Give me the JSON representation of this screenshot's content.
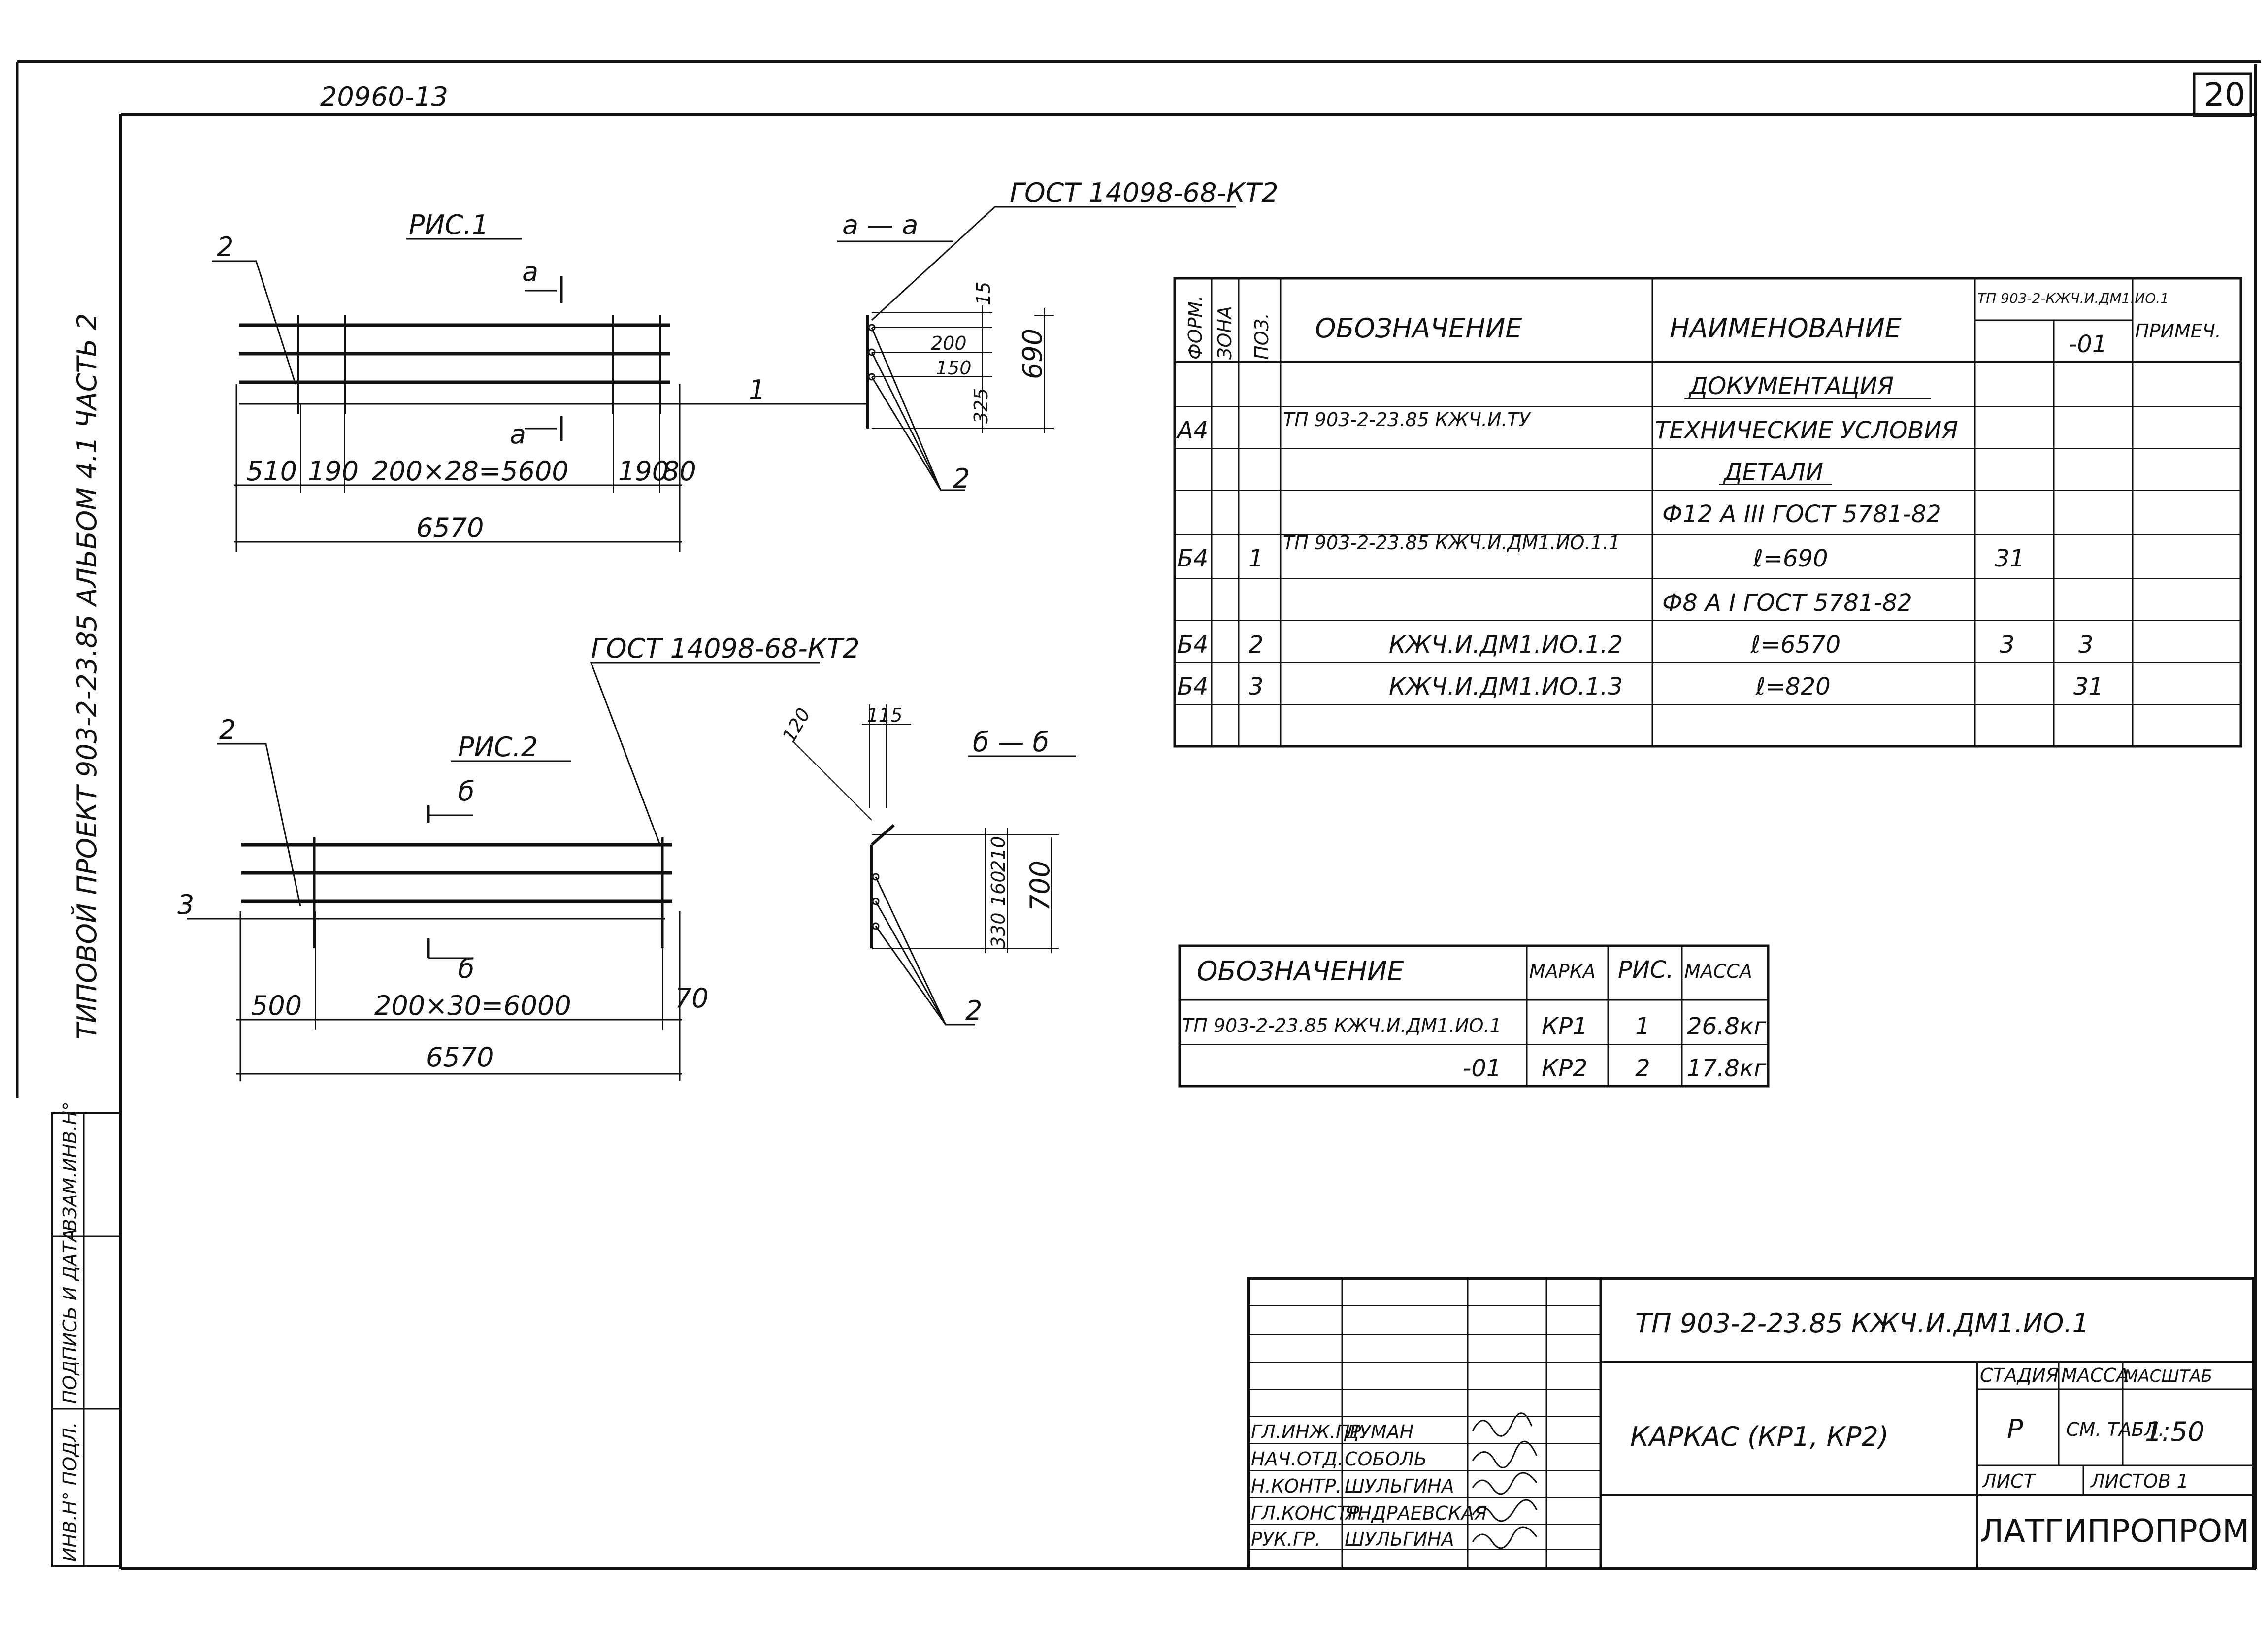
{
  "header": {
    "doc_number": "20960-13",
    "sheet_number": "20"
  },
  "left_margin": {
    "album_title": "ТИПОВОЙ ПРОЕКТ 903-2-23.85 АЛЬБОМ 4.1 ЧАСТЬ 2",
    "stamp_fields": [
      "ИНВ.Н° ПОДЛ.",
      "ПОДПИСЬ И ДАТА",
      "ВЗАМ.ИНВ.Н°"
    ]
  },
  "fig1": {
    "title": "РИС.1",
    "section_mark": "а",
    "leader_2": "2",
    "gost": "ГОСТ 14098-68-КТ2",
    "leader_1": "1",
    "dims": [
      "510",
      "190",
      "200×28=5600",
      "190",
      "80"
    ],
    "total": "6570",
    "section_title": "а — а",
    "section_dims": [
      "15",
      "200",
      "150",
      "325",
      "690"
    ],
    "section_leader": "2"
  },
  "fig2": {
    "title": "РИС.2",
    "section_mark": "б",
    "leader_2": "2",
    "leader_3": "3",
    "gost": "ГОСТ 14098-68-КТ2",
    "dims": [
      "500",
      "200×30=6000",
      "70"
    ],
    "total": "6570",
    "section_title": "б — б",
    "section_dims": [
      "120",
      "115",
      "210",
      "160",
      "330",
      "700"
    ],
    "section_leader": "2"
  },
  "spec_table": {
    "headers": {
      "format": "ФОРМ.",
      "zone": "ЗОНА",
      "pos": "ПОЗ.",
      "designation": "ОБОЗНАЧЕНИЕ",
      "name": "НАИМЕНОВАНИЕ",
      "qty_group": "ТП 903-2-КЖЧ.И.ДМ1.ИО.1",
      "qty_sub": "-01",
      "note": "ПРИМЕЧ."
    },
    "rows": [
      {
        "format": "",
        "pos": "",
        "designation": "",
        "name": "ДОКУМЕНТАЦИЯ",
        "q1": "",
        "q2": ""
      },
      {
        "format": "А4",
        "pos": "",
        "designation": "ТП 903-2-23.85 КЖЧ.И.ТУ",
        "name": "ТЕХНИЧЕСКИЕ УСЛОВИЯ",
        "q1": "",
        "q2": ""
      },
      {
        "format": "",
        "pos": "",
        "designation": "",
        "name": "ДЕТАЛИ",
        "q1": "",
        "q2": ""
      },
      {
        "format": "",
        "pos": "",
        "designation": "",
        "name": "Ф12 А III ГОСТ 5781-82",
        "q1": "",
        "q2": ""
      },
      {
        "format": "Б4",
        "pos": "1",
        "designation": "ТП 903-2-23.85 КЖЧ.И.ДМ1.ИО.1.1",
        "name": "ℓ=690",
        "q1": "31",
        "q2": ""
      },
      {
        "format": "",
        "pos": "",
        "designation": "",
        "name": "Ф8 А I ГОСТ 5781-82",
        "q1": "",
        "q2": ""
      },
      {
        "format": "Б4",
        "pos": "2",
        "designation": "КЖЧ.И.ДМ1.ИО.1.2",
        "name": "ℓ=6570",
        "q1": "3",
        "q2": "3"
      },
      {
        "format": "Б4",
        "pos": "3",
        "designation": "КЖЧ.И.ДМ1.ИО.1.3",
        "name": "ℓ=820",
        "q1": "",
        "q2": "31"
      }
    ]
  },
  "mark_table": {
    "headers": {
      "designation": "ОБОЗНАЧЕНИЕ",
      "mark": "МАРКА",
      "fig": "РИС.",
      "mass": "МАССА"
    },
    "rows": [
      {
        "designation": "ТП 903-2-23.85 КЖЧ.И.ДМ1.ИО.1",
        "mark": "КР1",
        "fig": "1",
        "mass": "26.8кг"
      },
      {
        "designation": "-01",
        "mark": "КР2",
        "fig": "2",
        "mass": "17.8кг"
      }
    ]
  },
  "title_block": {
    "code": "ТП 903-2-23.85 КЖЧ.И.ДМ1.ИО.1",
    "item_name": "КАРКАС (КР1, КР2)",
    "stage_label": "СТАДИЯ",
    "mass_label": "МАССА",
    "scale_label": "МАСШТАБ",
    "stage": "Р",
    "mass": "СМ. ТАБЛ.",
    "scale": "1:50",
    "sheet_label": "ЛИСТ",
    "sheets_label": "ЛИСТОВ 1",
    "org": "ЛАТГИПРОПРОМ",
    "signatures": [
      {
        "role": "ГЛ.ИНЖ.ПР.",
        "name": "ДУМАН"
      },
      {
        "role": "НАЧ.ОТД.",
        "name": "СОБОЛЬ"
      },
      {
        "role": "Н.КОНТР.",
        "name": "ШУЛЬГИНА"
      },
      {
        "role": "ГЛ.КОНСТР.",
        "name": "ЯНДРАЕВСКАЯ"
      },
      {
        "role": "РУК.ГР.",
        "name": "ШУЛЬГИНА"
      }
    ]
  }
}
